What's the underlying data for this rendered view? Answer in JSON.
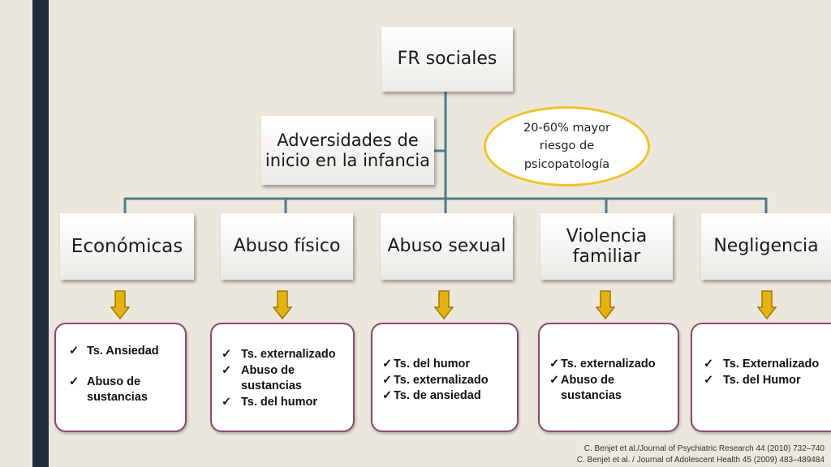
{
  "root": "FR sociales",
  "sub": "Adversidades de inicio en la infancia",
  "callout": "20-60% mayor riesgo de psicopatología",
  "categories": [
    "Económicas",
    "Abuso físico",
    "Abuso sexual",
    "Violencia familiar",
    "Negligencia"
  ],
  "results": [
    [
      "Ts. Ansiedad",
      "Abuso de sustancias"
    ],
    [
      "Ts. externalizado",
      "Abuso de sustancias",
      "Ts. del humor"
    ],
    [
      "Ts. del humor",
      "Ts. externalizado",
      "Ts. de ansiedad"
    ],
    [
      "Ts. externalizado",
      "Abuso de sustancias"
    ],
    [
      "Ts. Externalizado",
      "Ts. del Humor"
    ]
  ],
  "citations": [
    "C. Benjet et al./Journal of Psychiatric Research 44 (2010) 732–740",
    "C. Benjet et al. / Journal of Adolescent Health 45 (2009) 483–489484"
  ],
  "colors": {
    "connector": "#4a7d8c",
    "arrow": "#e8b20d",
    "result_border": "#8a4a6e",
    "callout_border": "#f2c22a",
    "sidebar": "#1e2d3c"
  }
}
